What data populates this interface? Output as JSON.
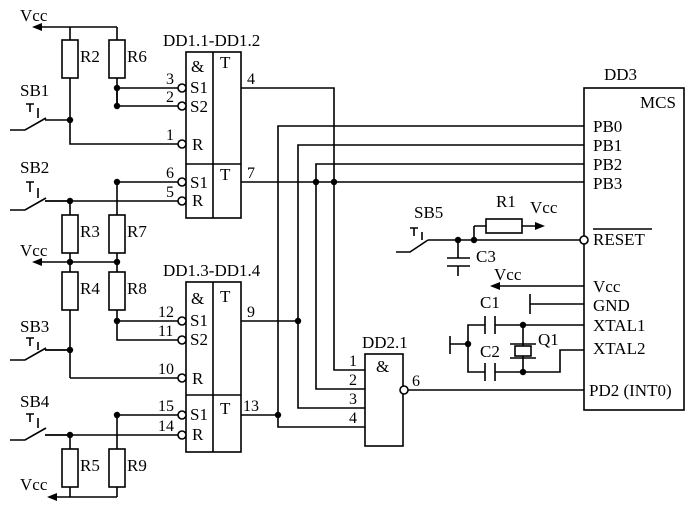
{
  "vcc": "Vcc",
  "dd11": {
    "title": "DD1.1-DD1.2",
    "and": "&",
    "t_top": "T",
    "t_bot": "T",
    "s1": "S1",
    "s2": "S2",
    "r": "R",
    "s1b": "S1",
    "rb": "R",
    "p3": "3",
    "p2": "2",
    "p1": "1",
    "p4": "4",
    "p6": "6",
    "p5": "5",
    "p7": "7"
  },
  "dd13": {
    "title": "DD1.3-DD1.4",
    "and": "&",
    "t_top": "T",
    "t_bot": "T",
    "s1": "S1",
    "s2": "S2",
    "r": "R",
    "s1b": "S1",
    "rb": "R",
    "p12": "12",
    "p11": "11",
    "p10": "10",
    "p9": "9",
    "p15": "15",
    "p14": "14",
    "p13": "13"
  },
  "dd21": {
    "title": "DD2.1",
    "and": "&",
    "p1": "1",
    "p2": "2",
    "p3": "3",
    "p4": "4",
    "p6": "6"
  },
  "dd3": {
    "title": "DD3",
    "mcs": "MCS",
    "pb0": "PB0",
    "pb1": "PB1",
    "pb2": "PB2",
    "pb3": "PB3",
    "reset": "RESET",
    "vcc": "Vcc",
    "gnd": "GND",
    "xtal1": "XTAL1",
    "xtal2": "XTAL2",
    "pd2": "PD2 (INT0)"
  },
  "switches": {
    "sb1": "SB1",
    "sb2": "SB2",
    "sb3": "SB3",
    "sb4": "SB4",
    "sb5": "SB5"
  },
  "resistors": {
    "r1": "R1",
    "r2": "R2",
    "r3": "R3",
    "r4": "R4",
    "r5": "R5",
    "r6": "R6",
    "r7": "R7",
    "r8": "R8",
    "r9": "R9"
  },
  "caps": {
    "c1": "C1",
    "c2": "C2",
    "c3": "C3"
  },
  "crystal": "Q1"
}
